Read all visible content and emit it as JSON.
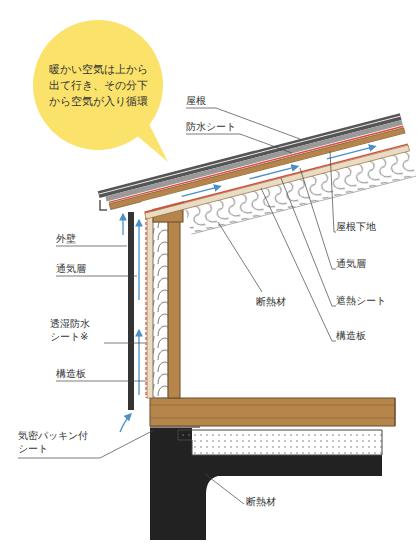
{
  "diagram": {
    "nodes": [
      {
        "text": [
          "暖かい空気は上から 出て行き、その分下 から空気が入り循環"
        ]
      }
    ],
    "labels": [
      "屋根",
      "防水シート",
      "屋根下地",
      "通気層",
      "遮熱シート",
      "構造板",
      "断熱材",
      "外壁",
      "通気層",
      "透湿防水 シート※",
      "構造板",
      "気密パッキン付 シート",
      "断熱材"
    ]
  }
}
